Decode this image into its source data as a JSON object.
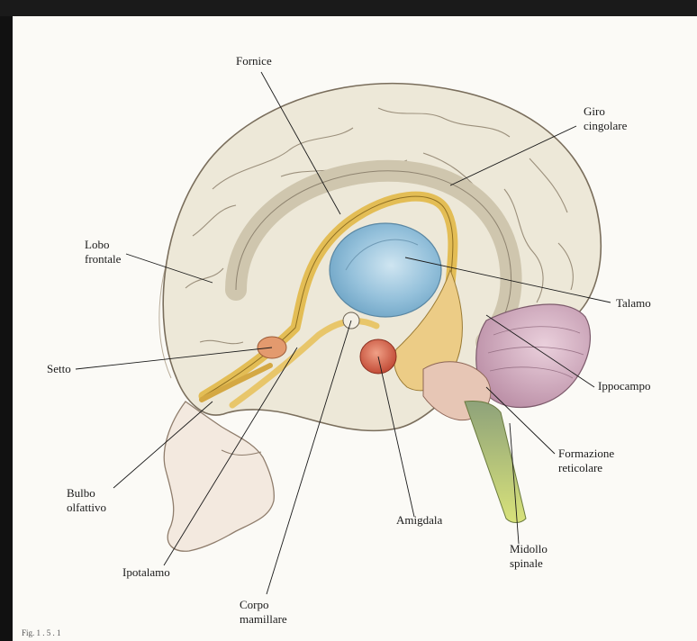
{
  "labels": {
    "fornice": "Fornice",
    "giro_1": "Giro",
    "giro_2": "cingolare",
    "lobo_1": "Lobo",
    "lobo_2": "frontale",
    "talamo": "Talamo",
    "setto": "Setto",
    "ippocampo": "Ippocampo",
    "formazione_1": "Formazione",
    "formazione_2": "reticolare",
    "bulbo_1": "Bulbo",
    "bulbo_2": "olfattivo",
    "amigdala": "Amigdala",
    "midollo_1": "Midollo",
    "midollo_2": "spinale",
    "ipotalamo": "Ipotalamo",
    "corpo_1": "Corpo",
    "corpo_2": "mamillare"
  },
  "caption": "Fig. 1 . 5 . 1",
  "colors": {
    "cortex": "#ece7d6",
    "fornix": "#e6c25a",
    "thalamus": "#9cc6de",
    "amygdala": "#d9684e",
    "septum": "#dd8a5c",
    "cerebellum": "#d9b2c4",
    "spinal_cord": "#c4d35c",
    "skin": "#f1e6da"
  }
}
